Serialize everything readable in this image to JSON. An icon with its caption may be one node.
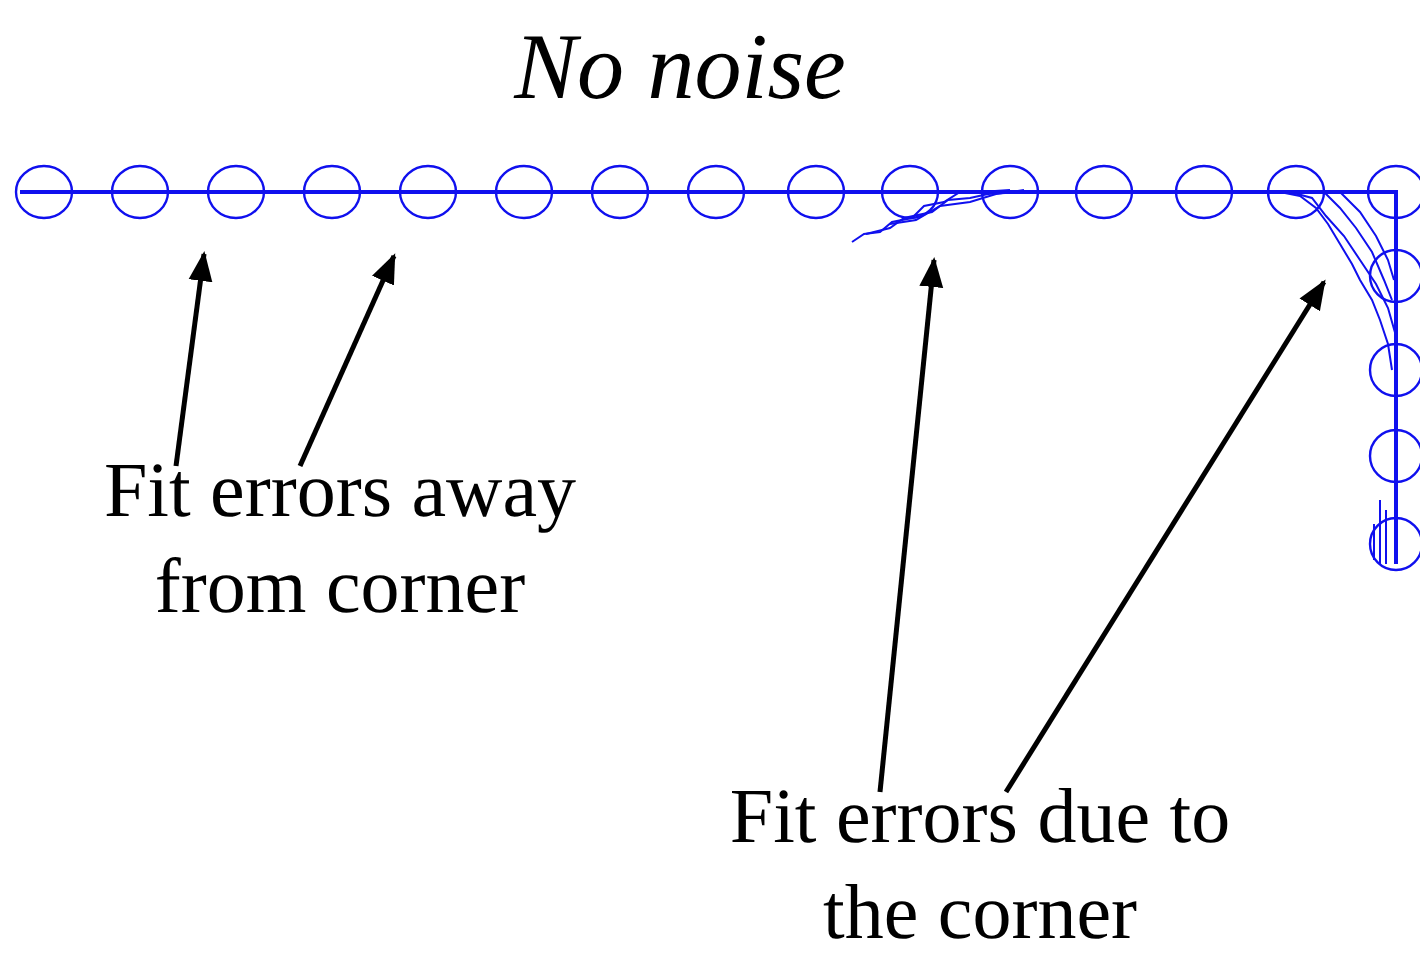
{
  "diagram": {
    "title": "No noise",
    "nodes": [
      {
        "text": [
          "Fit errors away from corner"
        ]
      },
      {
        "text": [
          "Fit errors due to the corner"
        ]
      }
    ],
    "edges": [
      {
        "from": 0,
        "to": null,
        "arrow": "to"
      },
      {
        "from": 0,
        "to": null,
        "arrow": "to"
      },
      {
        "from": 1,
        "to": null,
        "arrow": "to"
      },
      {
        "from": 1,
        "to": null,
        "arrow": "to"
      }
    ]
  }
}
